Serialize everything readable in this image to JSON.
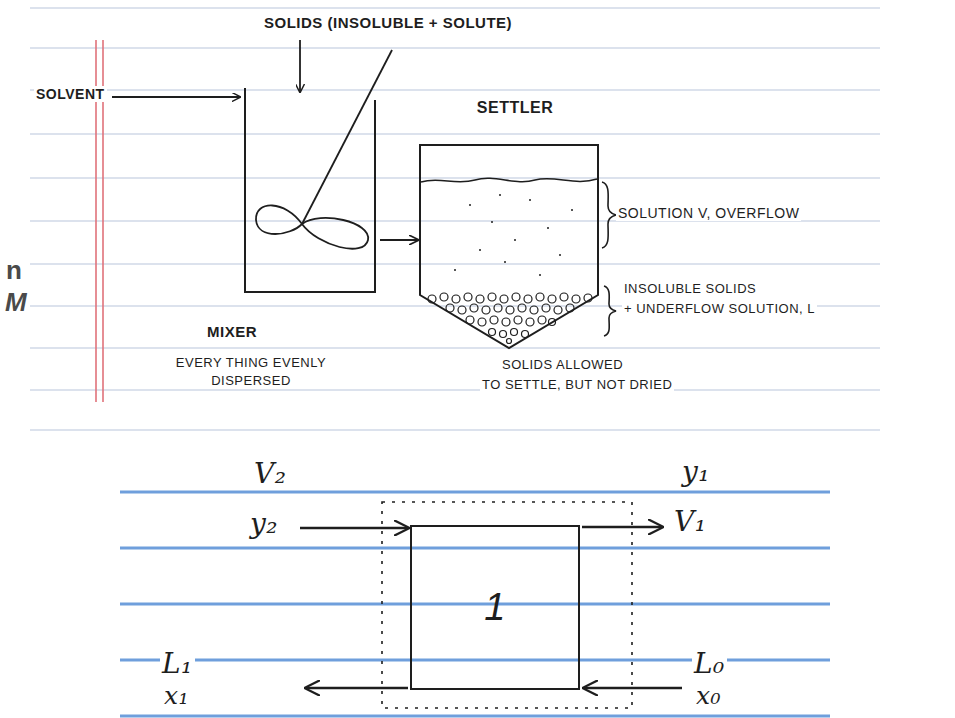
{
  "diagram": {
    "nodes": [
      {
        "text": [
          "MIXER",
          "EVERY THING EVENLY DISPERSED"
        ]
      },
      {
        "text": [
          "SETTLER"
        ]
      },
      {
        "text": [
          "1"
        ]
      }
    ],
    "edges": [
      {
        "from": 0,
        "to": 1,
        "arrow": "to"
      }
    ],
    "labels": [
      "SOLIDS (INSOLUBLE + SOLUTE)",
      "SOLVENT",
      "SOLUTION V, OVERFLOW",
      "INSOLUBLE SOLIDS",
      "+ UNDERFLOW SOLUTION, L",
      "SOLIDS ALLOWED",
      "TO SETTLE, BUT NOT DRIED",
      "V₂",
      "y₂",
      "y₁",
      "V₁",
      "L₁",
      "x₁",
      "L₀",
      "x₀",
      "n",
      "M"
    ]
  }
}
